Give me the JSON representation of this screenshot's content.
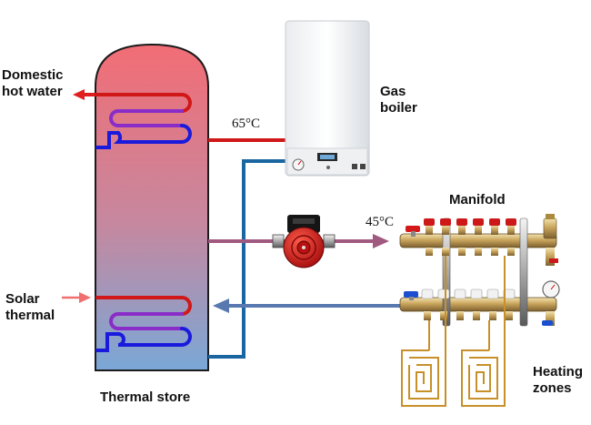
{
  "labels": {
    "domestic_hot_water_line1": "Domestic",
    "domestic_hot_water_line2": "hot water",
    "solar_thermal_line1": "Solar",
    "solar_thermal_line2": "thermal",
    "thermal_store": "Thermal store",
    "gas_boiler_line1": "Gas",
    "gas_boiler_line2": "boiler",
    "manifold": "Manifold",
    "heating_zones_line1": "Heating",
    "heating_zones_line2": "zones"
  },
  "temperatures": {
    "boiler_flow": "65°C",
    "manifold_flow": "45°C"
  },
  "colors": {
    "hot_pipe": "#d01818",
    "cool_pipe": "#1a66a0",
    "mixed_pipe": "#a05a80",
    "return_pipe": "#5878b0",
    "coil_purple": "#8a2dc8",
    "coil_blue": "#1a1adc",
    "arrow_domestic": "#e02020",
    "arrow_solar": "#f07070",
    "underfloor_pipe": "#c8902a",
    "tank_top": "#f26d75",
    "tank_bottom": "#7aa7d6"
  }
}
